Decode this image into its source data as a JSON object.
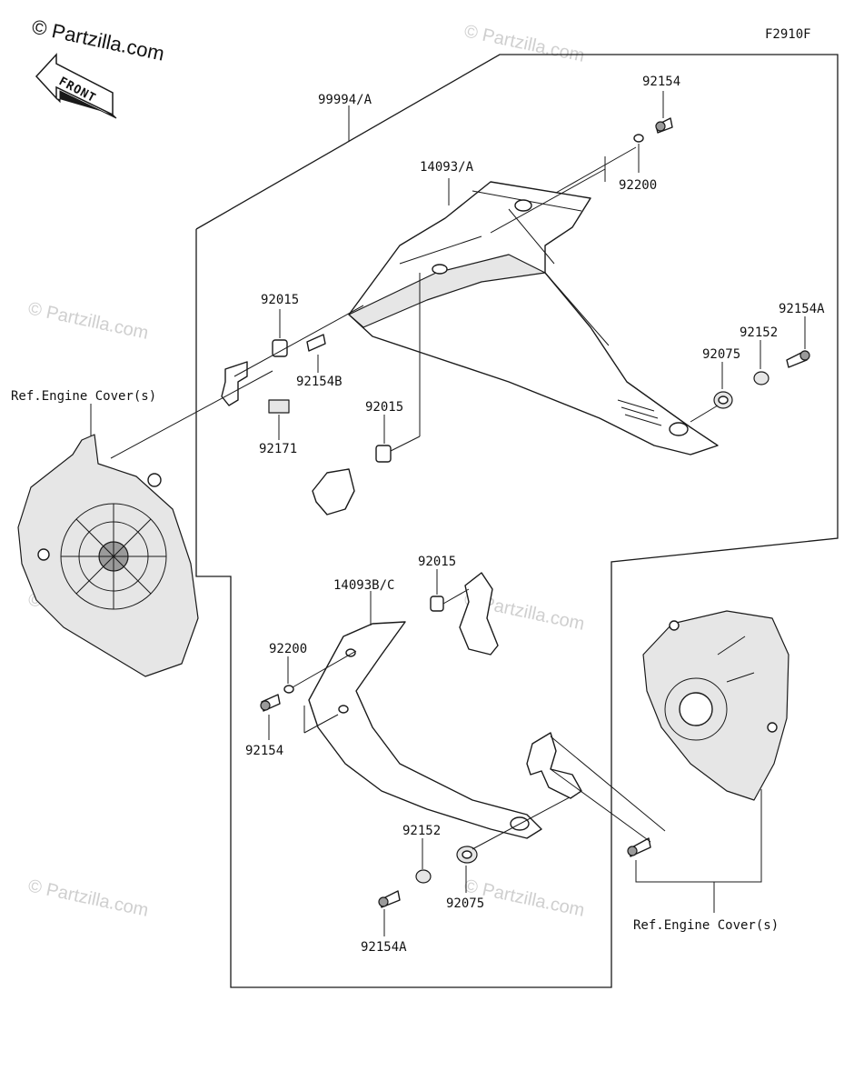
{
  "brand": {
    "logo_text": "© Partzilla.com",
    "watermark_text": "© Partzilla.com"
  },
  "diagram_code": "F2910F",
  "front_label": "FRONT",
  "callouts": {
    "kit_upper": "99994/A",
    "cover_upper": "14093/A",
    "bolt_top": "92154",
    "washer_top": "92200",
    "collar_upper_left": "92015",
    "bolt_92154B": "92154B",
    "clip": "92171",
    "collar_mid": "92015",
    "bolt_92154A_upper": "92154A",
    "washer_92152_upper": "92152",
    "grommet_upper": "92075",
    "ref_left": "Ref.Engine Cover(s)",
    "cover_lower": "14093B/C",
    "collar_lower": "92015",
    "washer_lower": "92200",
    "bolt_lower": "92154",
    "washer_92152_lower": "92152",
    "grommet_lower": "92075",
    "bolt_92154A_lower": "92154A",
    "ref_right": "Ref.Engine Cover(s)"
  },
  "colors": {
    "line": "#1a1a1a",
    "watermark": "#cfcfcf",
    "background": "#ffffff"
  }
}
